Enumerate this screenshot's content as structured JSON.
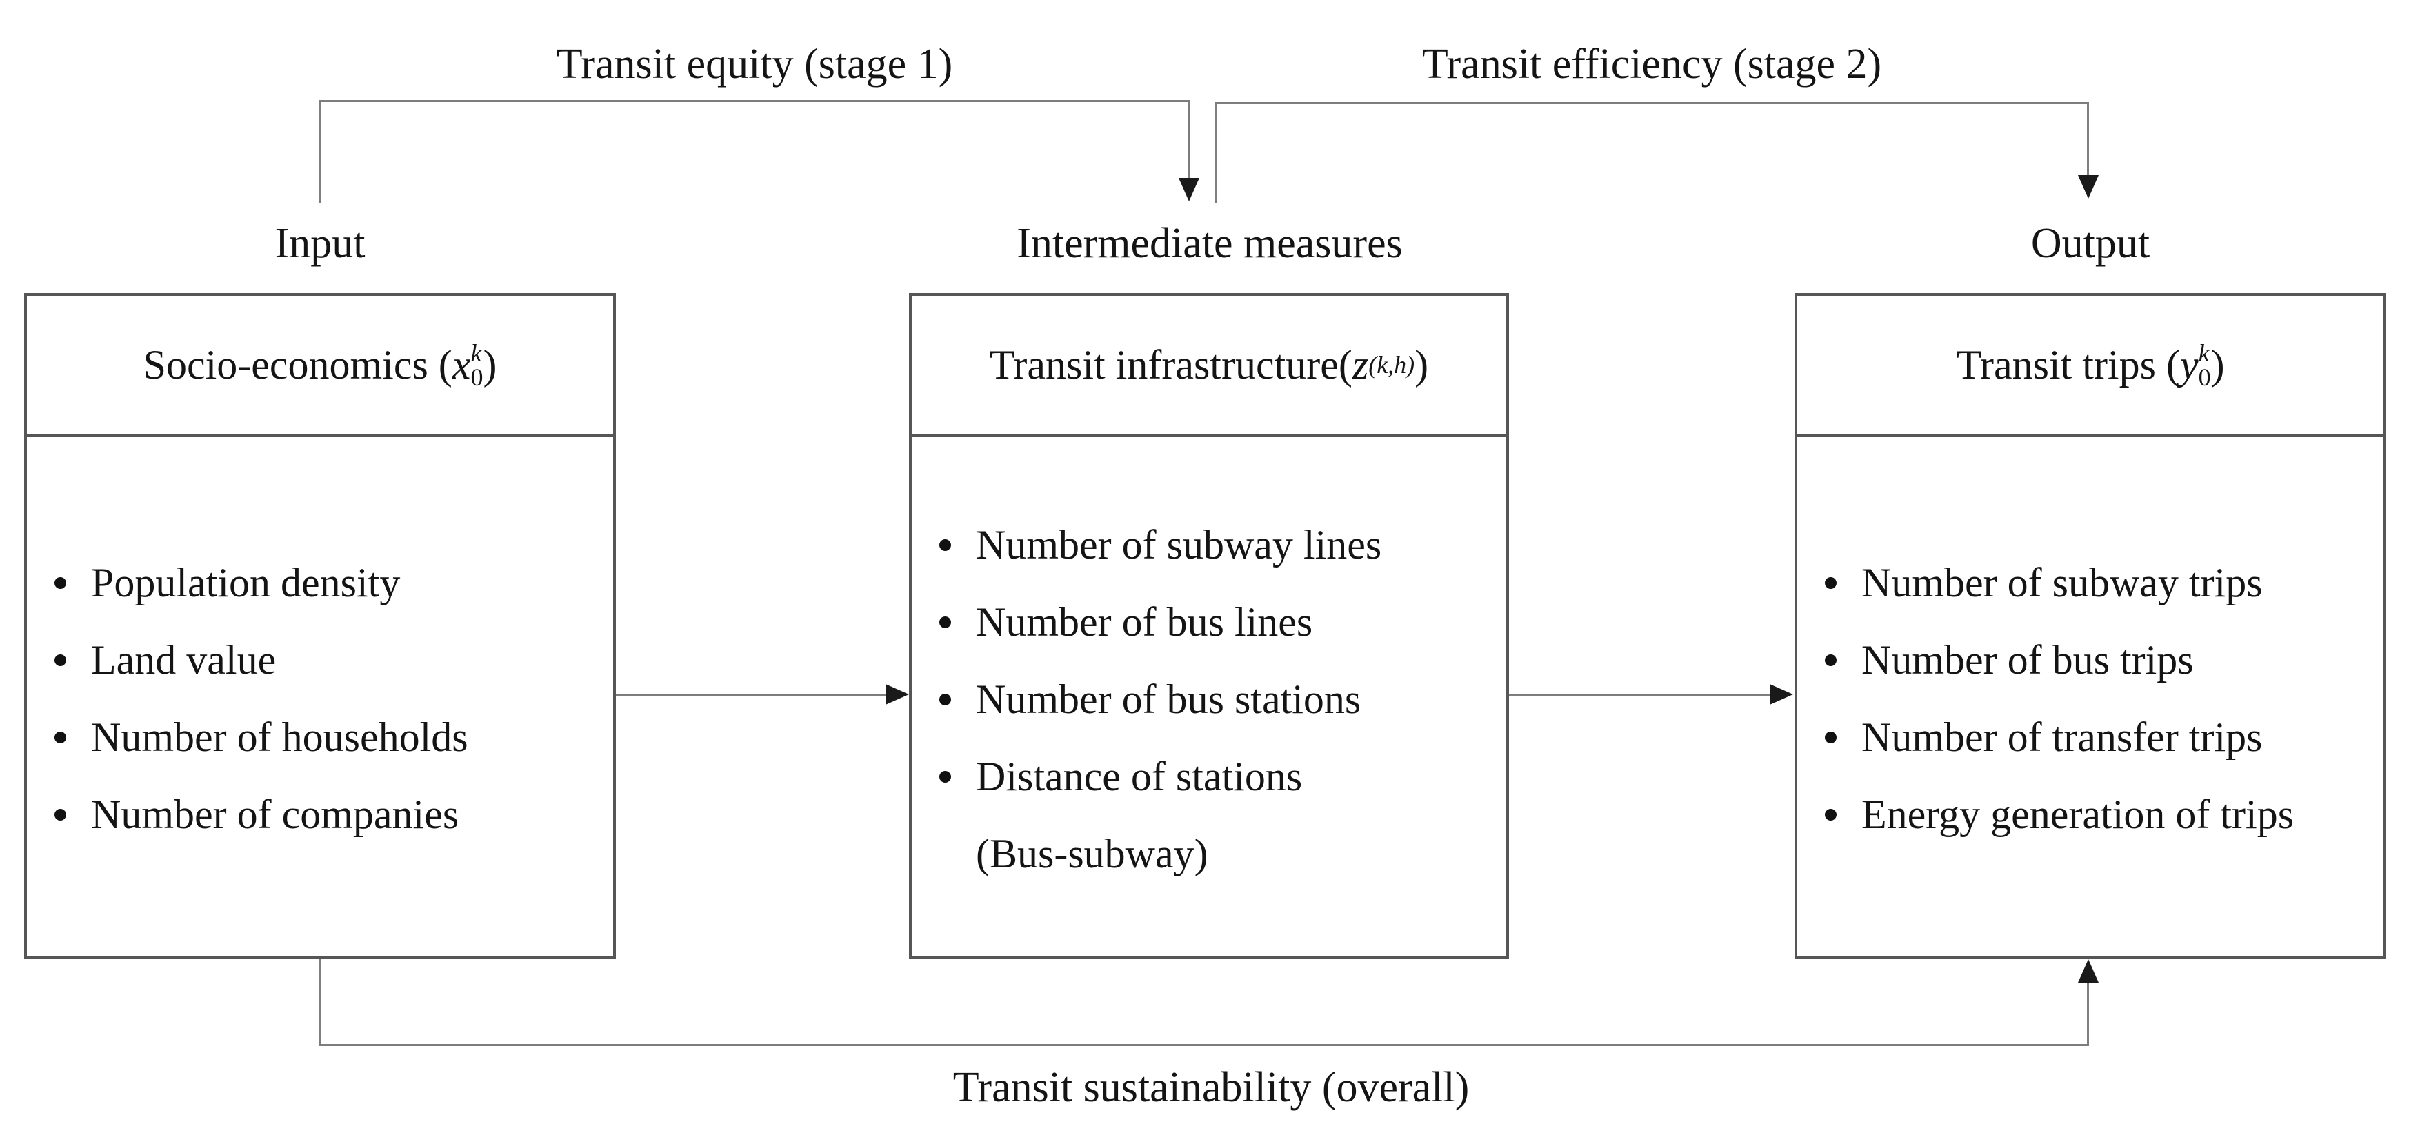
{
  "diagram": {
    "stage1_label": "Transit equity (stage 1)",
    "stage2_label": "Transit efficiency (stage 2)",
    "overall_label": "Transit sustainability (overall)",
    "columns": [
      {
        "label": "Input"
      },
      {
        "label": "Intermediate measures"
      },
      {
        "label": "Output"
      }
    ],
    "boxes": [
      {
        "title": {
          "prefix": "Socio-economics (",
          "var": "x",
          "sup": "k",
          "sub": "0",
          "suffix": ")"
        },
        "items": [
          "Population density",
          "Land value",
          "Number of households",
          "Number of companies"
        ]
      },
      {
        "title": {
          "prefix": "Transit infrastructure(",
          "var": "z",
          "sup": "(k,h)",
          "sub": "",
          "suffix": ")"
        },
        "items": [
          "Number of subway lines",
          "Number of bus lines",
          "Number of bus stations",
          "Distance of stations",
          "(Bus-subway)"
        ]
      },
      {
        "title": {
          "prefix": "Transit trips (",
          "var": "y",
          "sup": "k",
          "sub": "0",
          "suffix": ")"
        },
        "items": [
          "Number of subway trips",
          "Number of bus trips",
          "Number of transfer trips",
          "Energy generation of trips"
        ]
      }
    ],
    "colors": {
      "line": "#7d7d7d",
      "border": "#565656",
      "arrowhead": "#1a1a1a",
      "text": "#141414",
      "background": "#ffffff"
    }
  }
}
